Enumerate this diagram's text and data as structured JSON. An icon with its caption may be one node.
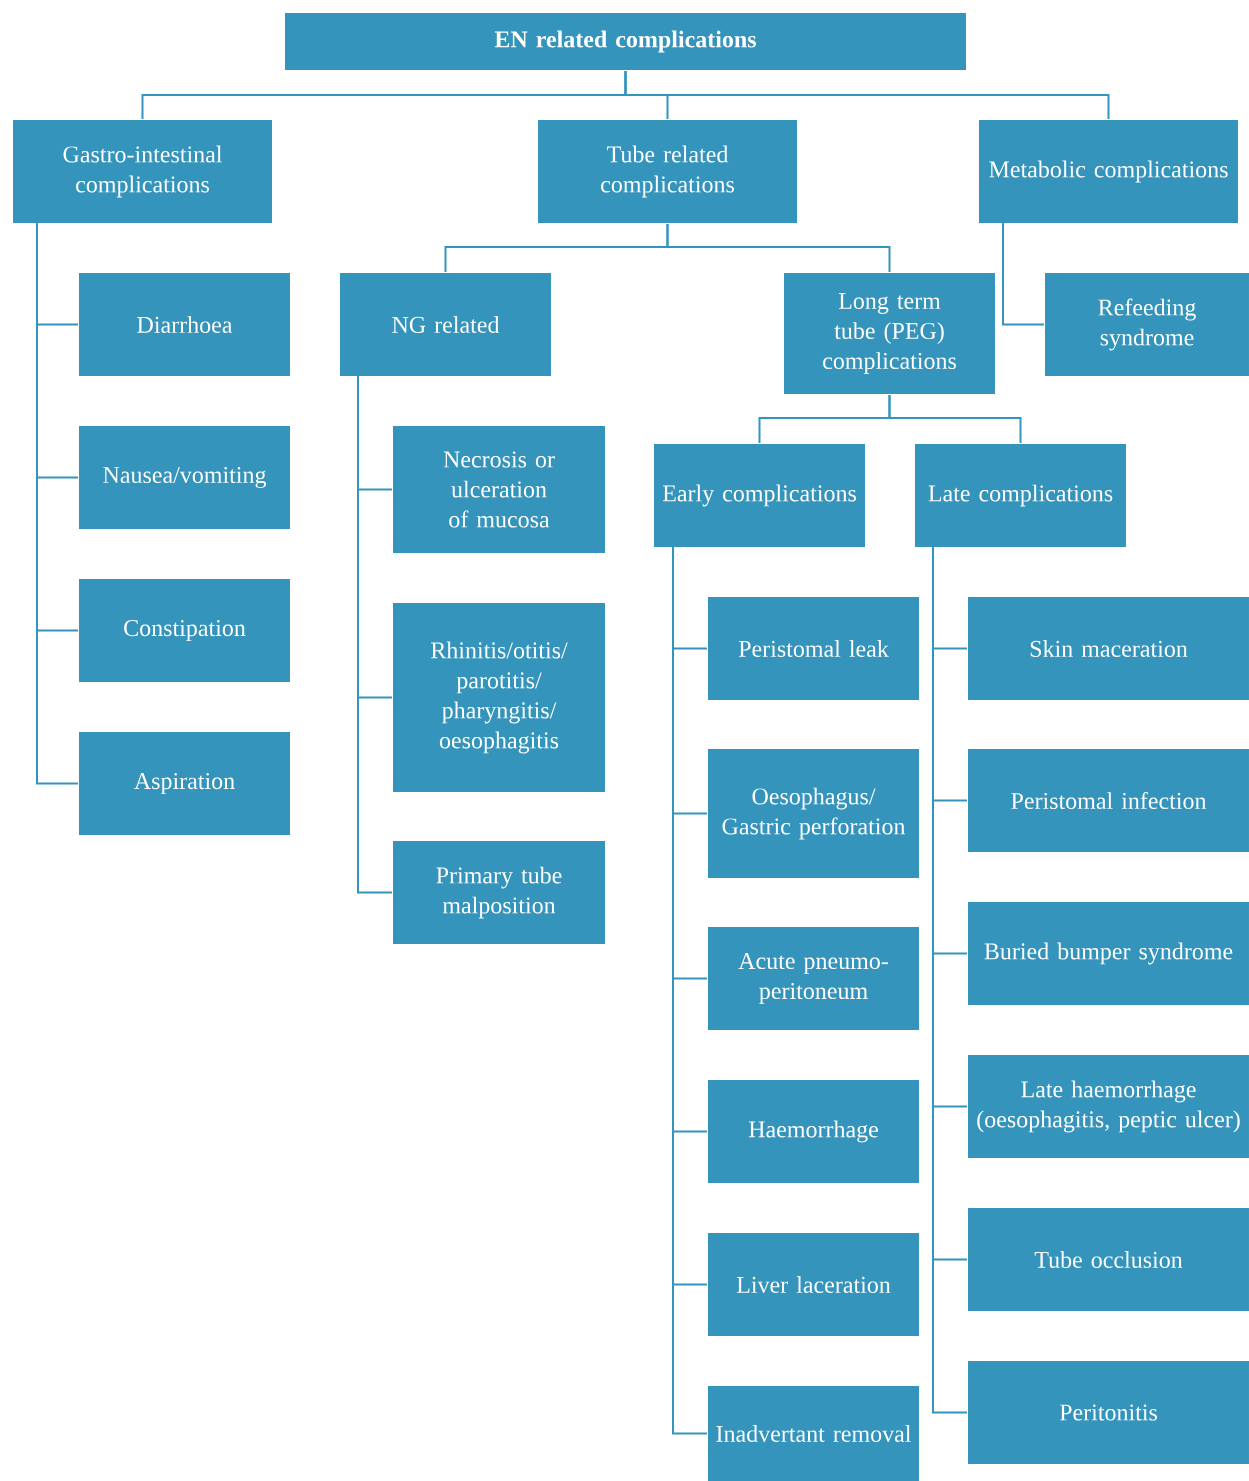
{
  "diagram": {
    "nodes": [
      {
        "text": [
          "EN related complications"
        ]
      },
      {
        "text": [
          "Gastro-intestinal complications"
        ]
      },
      {
        "text": [
          "Tube related complications"
        ]
      },
      {
        "text": [
          "Metabolic complications"
        ]
      },
      {
        "text": [
          "Diarrhoea"
        ]
      },
      {
        "text": [
          "Nausea/vomiting"
        ]
      },
      {
        "text": [
          "Constipation"
        ]
      },
      {
        "text": [
          "Aspiration"
        ]
      },
      {
        "text": [
          "NG related"
        ]
      },
      {
        "text": [
          "Long term tube (PEG) complications"
        ]
      },
      {
        "text": [
          "Refeeding syndrome"
        ]
      },
      {
        "text": [
          "Necrosis or ulceration of mucosa"
        ]
      },
      {
        "text": [
          "Rhinitis/otitis/ parotitis/ pharyngitis/ oesophagitis"
        ]
      },
      {
        "text": [
          "Primary tube malposition"
        ]
      },
      {
        "text": [
          "Early complications"
        ]
      },
      {
        "text": [
          "Late complications"
        ]
      },
      {
        "text": [
          "Peristomal leak"
        ]
      },
      {
        "text": [
          "Oesophagus/ Gastric perforation"
        ]
      },
      {
        "text": [
          "Acute pneumo-peritoneum"
        ]
      },
      {
        "text": [
          "Haemorrhage"
        ]
      },
      {
        "text": [
          "Liver laceration"
        ]
      },
      {
        "text": [
          "Inadvertant removal"
        ]
      },
      {
        "text": [
          "Skin maceration"
        ]
      },
      {
        "text": [
          "Peristomal infection"
        ]
      },
      {
        "text": [
          "Buried bumper syndrome"
        ]
      },
      {
        "text": [
          "Late haemorrhage (oesophagitis, peptic ulcer)"
        ]
      },
      {
        "text": [
          "Tube occlusion"
        ]
      },
      {
        "text": [
          "Peritonitis"
        ]
      }
    ],
    "edges": [
      {
        "from": 0,
        "to": 1,
        "arrow": "none"
      },
      {
        "from": 0,
        "to": 2,
        "arrow": "none"
      },
      {
        "from": 0,
        "to": 3,
        "arrow": "none"
      },
      {
        "from": 1,
        "to": 4,
        "arrow": "none"
      },
      {
        "from": 1,
        "to": 5,
        "arrow": "none"
      },
      {
        "from": 1,
        "to": 6,
        "arrow": "none"
      },
      {
        "from": 1,
        "to": 7,
        "arrow": "none"
      },
      {
        "from": 2,
        "to": 8,
        "arrow": "none"
      },
      {
        "from": 2,
        "to": 9,
        "arrow": "none"
      },
      {
        "from": 3,
        "to": 10,
        "arrow": "none"
      },
      {
        "from": 8,
        "to": 11,
        "arrow": "none"
      },
      {
        "from": 8,
        "to": 12,
        "arrow": "none"
      },
      {
        "from": 8,
        "to": 13,
        "arrow": "none"
      },
      {
        "from": 9,
        "to": 14,
        "arrow": "none"
      },
      {
        "from": 9,
        "to": 15,
        "arrow": "none"
      },
      {
        "from": 14,
        "to": 16,
        "arrow": "none"
      },
      {
        "from": 14,
        "to": 17,
        "arrow": "none"
      },
      {
        "from": 14,
        "to": 18,
        "arrow": "none"
      },
      {
        "from": 14,
        "to": 19,
        "arrow": "none"
      },
      {
        "from": 14,
        "to": 20,
        "arrow": "none"
      },
      {
        "from": 14,
        "to": 21,
        "arrow": "none"
      },
      {
        "from": 15,
        "to": 22,
        "arrow": "none"
      },
      {
        "from": 15,
        "to": 23,
        "arrow": "none"
      },
      {
        "from": 15,
        "to": 24,
        "arrow": "none"
      },
      {
        "from": 15,
        "to": 25,
        "arrow": "none"
      },
      {
        "from": 15,
        "to": 26,
        "arrow": "none"
      },
      {
        "from": 15,
        "to": 27,
        "arrow": "none"
      }
    ]
  }
}
